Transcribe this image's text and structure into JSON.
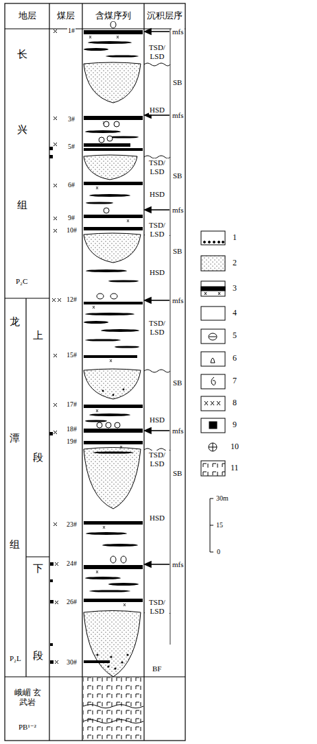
{
  "diagram": {
    "labels": [
      "地层",
      "煤层",
      "含煤序列",
      "沉积层序",
      "长",
      "兴",
      "组",
      "P₂C",
      "龙",
      "上",
      "潭",
      "段",
      "组",
      "下",
      "P₂L",
      "段",
      "峨嵋 玄武岩",
      "PB¹⁻²",
      "1#",
      "3#",
      "5#",
      "6#",
      "9#",
      "10#",
      "12#",
      "15#",
      "17#",
      "18#",
      "19#",
      "23#",
      "24#",
      "26#",
      "30#",
      "mfs",
      "TSD/ LSD",
      "SB",
      "HSD",
      "mfs",
      "TSD/ LSD",
      "SB",
      "HSD",
      "mfs",
      "TSD/ LSD",
      "SB",
      "HSD",
      "mfs",
      "TSD/ LSD",
      "SB",
      "HSD",
      "mfs",
      "TSD/ LSD",
      "SB",
      "HSD",
      "mfs",
      "TSD/ LSD",
      "BF",
      "30m",
      "15",
      "0"
    ],
    "legend": [
      {
        "text": "1"
      },
      {
        "text": "2"
      },
      {
        "text": "3"
      },
      {
        "text": "4"
      },
      {
        "text": "5"
      },
      {
        "text": "6"
      },
      {
        "text": "7"
      },
      {
        "text": "8"
      },
      {
        "text": "9"
      },
      {
        "text": "10"
      },
      {
        "text": "11"
      }
    ]
  }
}
